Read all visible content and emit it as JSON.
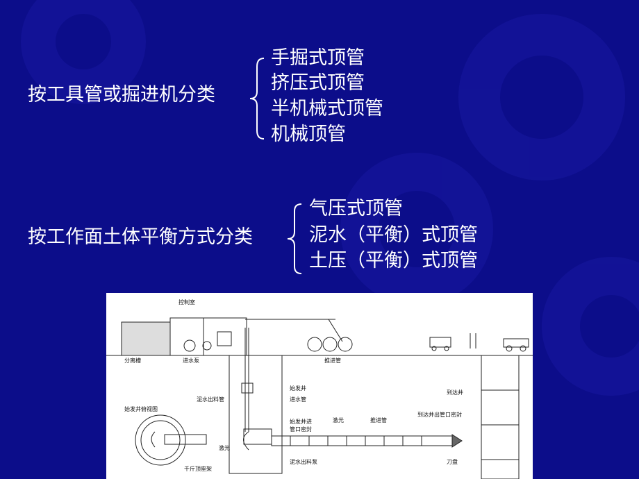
{
  "section1": {
    "label": "按工具管或掘进机分类",
    "items": [
      "手掘式顶管",
      "挤压式顶管",
      "半机械式顶管",
      "机械顶管"
    ]
  },
  "section2": {
    "label": "按工作面土体平衡方式分类",
    "items": [
      "气压式顶管",
      "泥水（平衡）式顶管",
      "土压（平衡）式顶管"
    ]
  },
  "diagram": {
    "labels": {
      "control_room": "控制室",
      "separation_tank": "分离槽",
      "inlet_pump": "进水泵",
      "push_pipe_top": "推进管",
      "start_shaft": "始发井",
      "inlet_pipe": "进水管",
      "slurry_outlet_pipe": "泥水出料管",
      "start_shaft_plan": "始发井俯视图",
      "start_seal": "始发井进管口密封",
      "laser": "激光",
      "push_pipe": "推进管",
      "arrival_shaft": "到达井",
      "arrival_seal": "到达井出管口密封",
      "laser2": "激光",
      "jack_frame": "千斤顶座架",
      "slurry_pump": "泥水出料泵",
      "cutter_head": "刀盘"
    }
  },
  "colors": {
    "background": "#0c0d8a",
    "text": "#ffffff"
  }
}
